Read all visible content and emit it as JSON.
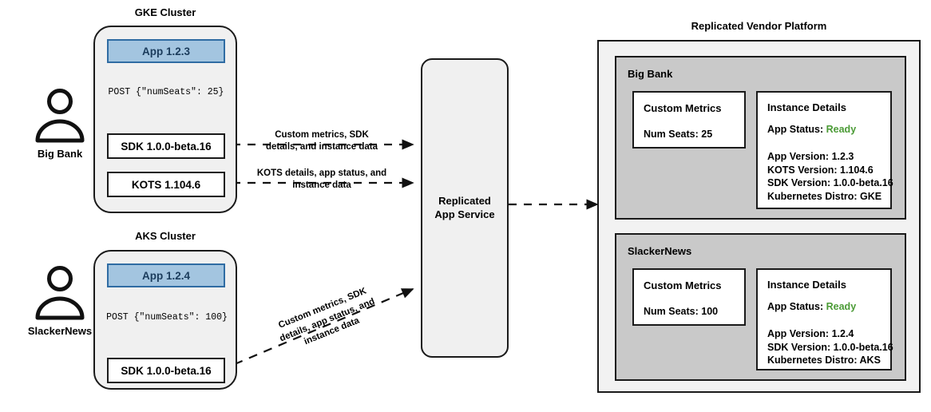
{
  "diagram": {
    "title_right": "Replicated Vendor Platform"
  },
  "actors": [
    {
      "name": "Big Bank",
      "icon": "person-icon"
    },
    {
      "name": "SlackerNews",
      "icon": "person-icon"
    }
  ],
  "clusters": [
    {
      "title": "GKE Cluster",
      "app_box": "App 1.2.3",
      "post_label": "POST {\"numSeats\": 25}",
      "components": [
        {
          "label": "SDK 1.0.0-beta.16"
        },
        {
          "label": "KOTS 1.104.6"
        }
      ]
    },
    {
      "title": "AKS Cluster",
      "app_box": "App 1.2.4",
      "post_label": "POST {\"numSeats\": 100}",
      "components": [
        {
          "label": "SDK 1.0.0-beta.16"
        }
      ]
    }
  ],
  "service": {
    "line1": "Replicated",
    "line2": "App Service"
  },
  "edge_labels": {
    "sdk_to_service": "Custom metrics, SDK details, and instance data",
    "kots_to_service": "KOTS details, app status, and instance data",
    "aks_sdk_to_service": "Custom metrics, SDK details, app status, and instance data"
  },
  "platform": {
    "vendors": [
      {
        "name": "Big Bank",
        "custom_metrics": {
          "title": "Custom Metrics",
          "lines": [
            "Num Seats: 25"
          ]
        },
        "instance_details": {
          "title": "Instance Details",
          "status_label": "App Status:",
          "status_value": "Ready",
          "lines": [
            "App Version: 1.2.3",
            "KOTS Version: 1.104.6",
            "SDK Version: 1.0.0-beta.16",
            "Kubernetes Distro: GKE"
          ]
        }
      },
      {
        "name": "SlackerNews",
        "custom_metrics": {
          "title": "Custom Metrics",
          "lines": [
            "Num Seats: 100"
          ]
        },
        "instance_details": {
          "title": "Instance Details",
          "status_label": "App Status:",
          "status_value": "Ready",
          "lines": [
            "App Version: 1.2.4",
            "SDK Version: 1.0.0-beta.16",
            "Kubernetes Distro: AKS"
          ]
        }
      }
    ]
  },
  "colors": {
    "app_box_fill": "#a3c5e0",
    "app_box_border": "#2f6ca3",
    "cluster_fill": "#f0f0f0",
    "platform_fill": "#f2f2f2",
    "vendor_fill": "#c9c9c9",
    "status_ready": "#4b9b36",
    "stroke": "#1a1a1a"
  }
}
